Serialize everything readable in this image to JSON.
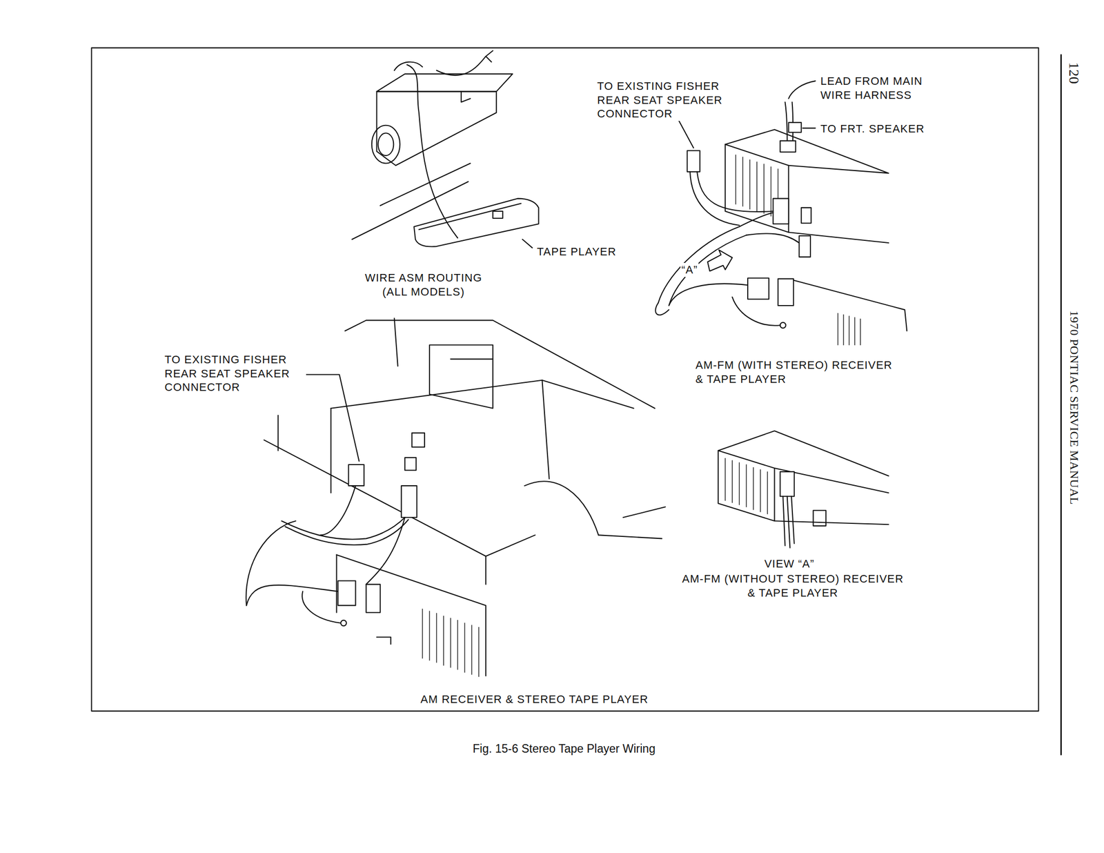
{
  "diagram": {
    "caption": "Fig. 15-6 Stereo Tape Player Wiring",
    "labels": [
      "TO EXISTING FISHER REAR SEAT SPEAKER CONNECTOR",
      "LEAD FROM MAIN WIRE HARNESS",
      "TO FRT. SPEAKER",
      "TAPE PLAYER",
      "“A”",
      "WIRE ASM ROUTING (ALL MODELS)",
      "TO EXISTING FISHER REAR SEAT SPEAKER CONNECTOR",
      "AM-FM (WITH STEREO) RECEIVER & TAPE PLAYER",
      "VIEW “A”",
      "AM-FM (WITHOUT STEREO) RECEIVER & TAPE PLAYER",
      "AM RECEIVER & STEREO TAPE PLAYER",
      "120",
      "1970 PONTIAC SERVICE MANUAL"
    ]
  }
}
